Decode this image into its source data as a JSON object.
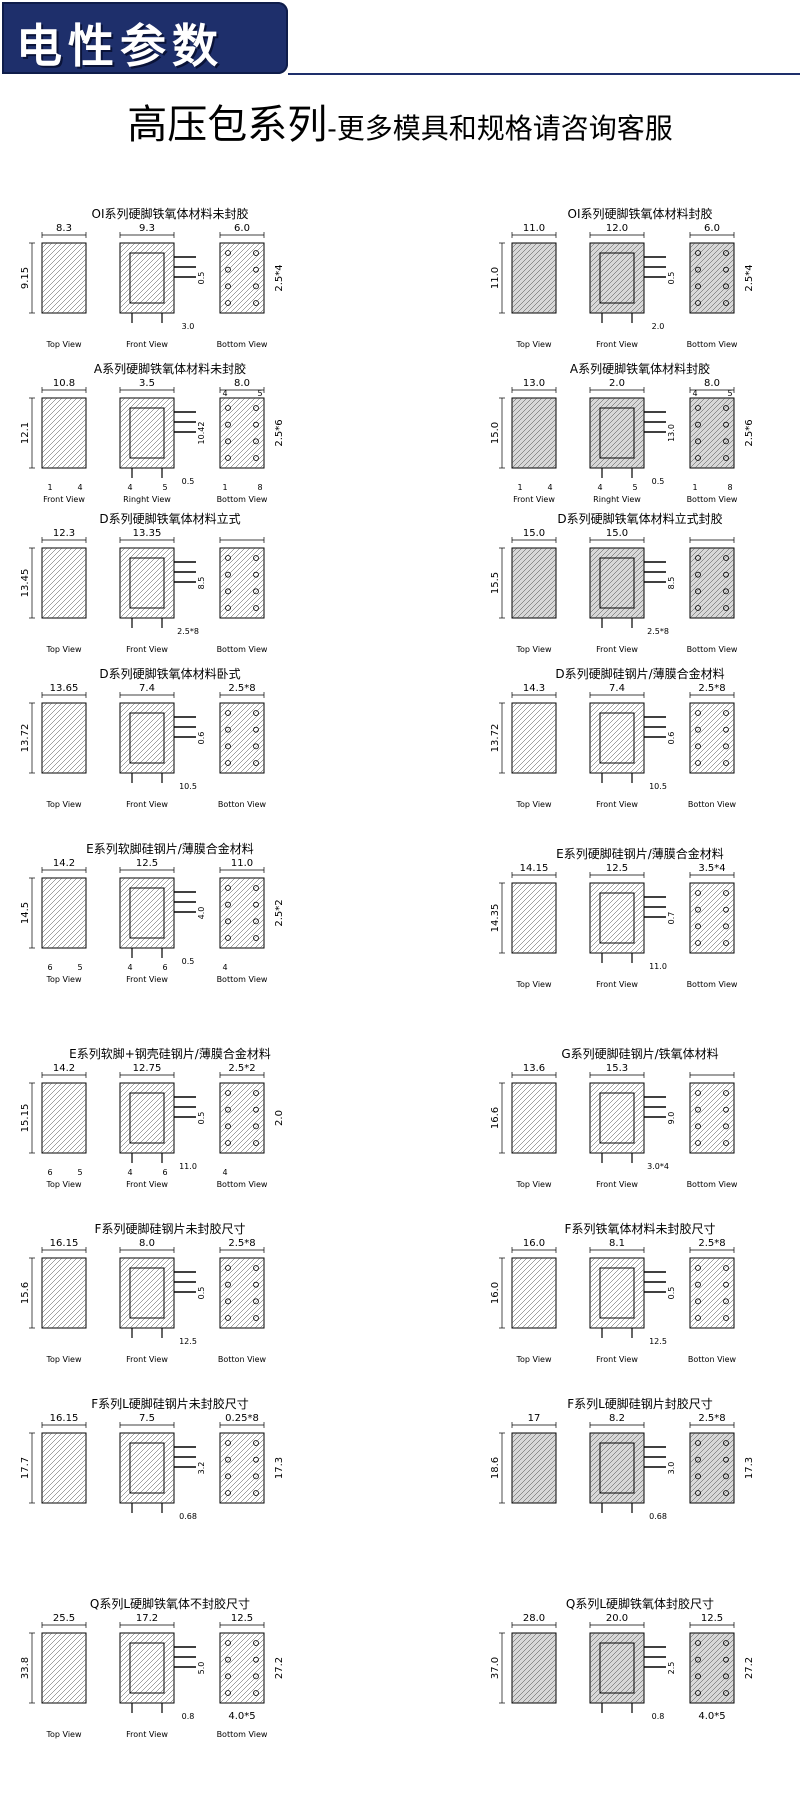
{
  "header": {
    "badge_text": "电性参数"
  },
  "title": {
    "main": "高压包系列",
    "sub": "-更多模具和规格请咨询客服"
  },
  "panels": [
    {
      "id": "oi-unsealed",
      "title": "OI系列硬脚铁氧体材料未封胶",
      "dims": [
        "8.3",
        "9.15",
        "9.3",
        "0.5",
        "3.0",
        "6.0",
        "2.5*4"
      ],
      "views": [
        "Top View",
        "Front View",
        "Bottom View"
      ],
      "filled": false
    },
    {
      "id": "oi-sealed",
      "title": "OI系列硬脚铁氧体材料封胶",
      "dims": [
        "11.0",
        "11.0",
        "12.0",
        "0.5",
        "2.0",
        "6.0",
        "2.5*4"
      ],
      "views": [
        "Top View",
        "Front View",
        "Bottom View"
      ],
      "filled": true
    },
    {
      "id": "a-unsealed",
      "title": "A系列硬脚铁氧体材料未封胶",
      "dims": [
        "10.8",
        "12.1",
        "3.5",
        "10.42",
        "0.5",
        "8.0",
        "2.5*6"
      ],
      "pins": [
        "1",
        "4",
        "4",
        "5",
        "1",
        "8",
        "4",
        "5"
      ],
      "views": [
        "Front View",
        "Ringht View",
        "Bottom View"
      ],
      "filled": false
    },
    {
      "id": "a-sealed",
      "title": "A系列硬脚铁氧体材料封胶",
      "dims": [
        "13.0",
        "15.0",
        "2.0",
        "13.0",
        "0.5",
        "8.0",
        "2.5*6"
      ],
      "pins": [
        "1",
        "4",
        "4",
        "5",
        "1",
        "8",
        "4",
        "5"
      ],
      "views": [
        "Front View",
        "Ringht View",
        "Bottom View"
      ],
      "filled": true
    },
    {
      "id": "d-vertical",
      "title": "D系列硬脚铁氧体材料立式",
      "dims": [
        "12.3",
        "13.45",
        "13.35",
        "8.5",
        "2.5*8"
      ],
      "views": [
        "Top View",
        "Front View",
        "Bottom View"
      ],
      "filled": false
    },
    {
      "id": "d-vertical-sealed",
      "title": "D系列硬脚铁氧体材料立式封胶",
      "dims": [
        "15.0",
        "15.5",
        "15.0",
        "8.5",
        "2.5*8"
      ],
      "views": [
        "Top View",
        "Front View",
        "Bottom View"
      ],
      "filled": true
    },
    {
      "id": "d-horizontal",
      "title": "D系列硬脚铁氧体材料卧式",
      "dims": [
        "13.65",
        "13.72",
        "7.4",
        "0.6",
        "10.5",
        "2.5*8"
      ],
      "views": [
        "Top View",
        "Front View",
        "Botton View"
      ],
      "filled": false
    },
    {
      "id": "d-steel",
      "title": "D系列硬脚硅钢片/薄膜合金材料",
      "dims": [
        "14.3",
        "13.72",
        "7.4",
        "0.6",
        "10.5",
        "2.5*8"
      ],
      "views": [
        "Top View",
        "Front View",
        "Botton View"
      ],
      "filled": false
    },
    {
      "id": "e-soft",
      "title": "E系列软脚硅钢片/薄膜合金材料",
      "dims": [
        "14.2",
        "14.5",
        "12.5",
        "4.0",
        "0.5",
        "11.0",
        "2.5*2"
      ],
      "pins": [
        "6",
        "5",
        "4",
        "6",
        "4"
      ],
      "views": [
        "Top View",
        "Front View",
        "Bottom View"
      ],
      "filled": false
    },
    {
      "id": "e-hard",
      "title": "E系列硬脚硅钢片/薄膜合金材料",
      "dims": [
        "14.15",
        "14.35",
        "12.5",
        "0.7",
        "11.0",
        "3.5*4"
      ],
      "views": [
        "Top View",
        "Front View",
        "Bottom View"
      ],
      "filled": false
    },
    {
      "id": "e-shell",
      "title": "E系列软脚+钢壳硅钢片/薄膜合金材料",
      "dims": [
        "14.2",
        "15.15",
        "12.75",
        "0.5",
        "11.0",
        "2.5*2",
        "2.0"
      ],
      "pins": [
        "6",
        "5",
        "4",
        "6",
        "4"
      ],
      "views": [
        "Top View",
        "Front View",
        "Bottom View"
      ],
      "filled": false
    },
    {
      "id": "g-hard",
      "title": "G系列硬脚硅钢片/铁氧体材料",
      "dims": [
        "13.6",
        "16.6",
        "15.3",
        "9.0",
        "3.0*4"
      ],
      "views": [
        "Top View",
        "Front View",
        "Bottom View"
      ],
      "filled": false
    },
    {
      "id": "f-unsealed",
      "title": "F系列硬脚硅钢片未封胶尺寸",
      "dims": [
        "16.15",
        "15.6",
        "8.0",
        "0.5",
        "12.5",
        "2.5*8"
      ],
      "views": [
        "Top View",
        "Front View",
        "Botton View"
      ],
      "filled": false
    },
    {
      "id": "f-ferrite",
      "title": "F系列铁氧体材料未封胶尺寸",
      "dims": [
        "16.0",
        "16.0",
        "8.1",
        "0.5",
        "12.5",
        "2.5*8"
      ],
      "views": [
        "Top View",
        "Front View",
        "Botton View"
      ],
      "filled": false
    },
    {
      "id": "fl-unsealed",
      "title": "F系列L硬脚硅钢片未封胶尺寸",
      "dims": [
        "16.15",
        "17.7",
        "7.5",
        "3.2",
        "0.68",
        "0.25*8",
        "17.3"
      ],
      "views": [],
      "filled": false
    },
    {
      "id": "fl-sealed",
      "title": "F系列L硬脚硅钢片封胶尺寸",
      "dims": [
        "17",
        "18.6",
        "8.2",
        "3.0",
        "0.68",
        "2.5*8",
        "17.3"
      ],
      "views": [],
      "filled": true
    },
    {
      "id": "q-unsealed",
      "title": "Q系列L硬脚铁氧体不封胶尺寸",
      "dims": [
        "25.5",
        "33.8",
        "17.2",
        "5.0",
        "0.8",
        "12.5",
        "27.2",
        "4.0*5"
      ],
      "views": [
        "Top View",
        "Front View",
        "Bottom View"
      ],
      "filled": false
    },
    {
      "id": "q-sealed",
      "title": "Q系列L硬脚铁氧体封胶尺寸",
      "dims": [
        "28.0",
        "37.0",
        "20.0",
        "2.5",
        "0.8",
        "12.5",
        "27.2",
        "4.0*5"
      ],
      "views": [],
      "filled": true
    }
  ]
}
